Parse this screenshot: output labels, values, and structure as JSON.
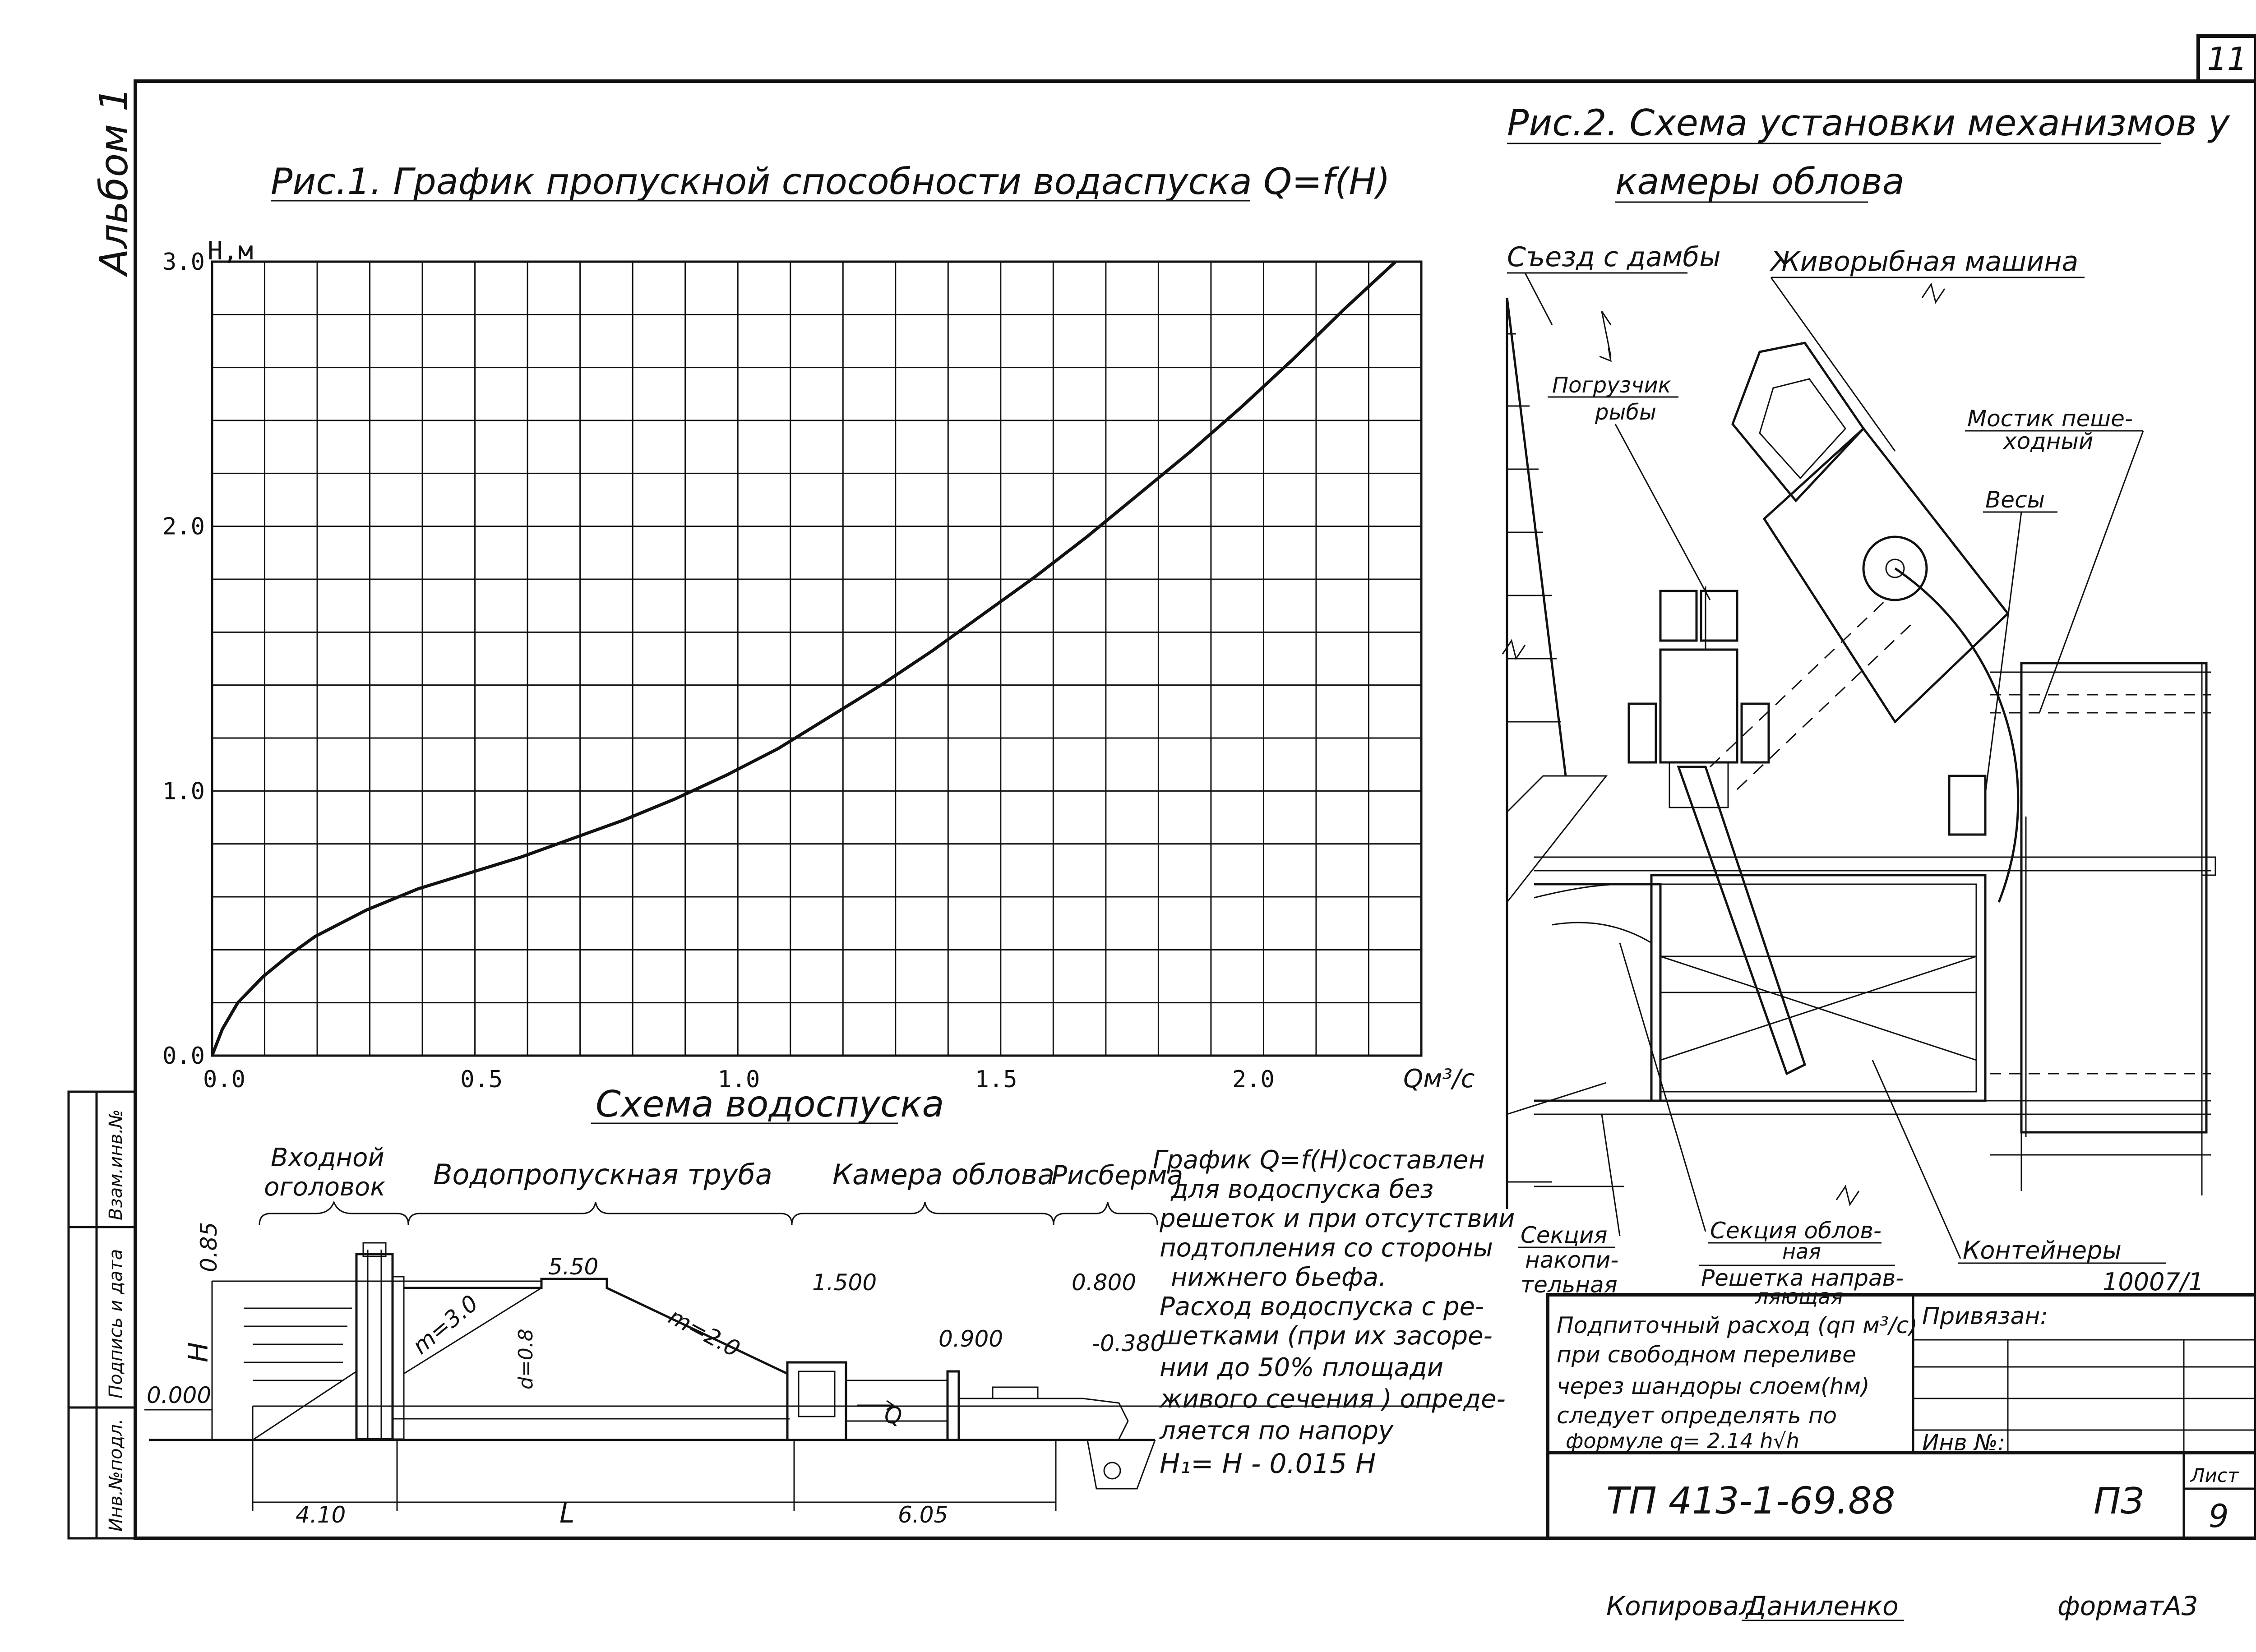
{
  "sheet_number": "11",
  "album_label": "Альбом 1",
  "side_stamp": {
    "inv_orig": "Инв.№подл.",
    "sign_date": "Подпись и дата",
    "inv_repl": "Взам.инв.№"
  },
  "fig1": {
    "title": "Рис.1. График пропускной способности водаспуска Q=f(H)"
  },
  "chart_data": {
    "type": "line",
    "title": "Рис.1. График пропускной способности водаспуска Q=f(H)",
    "xlabel": "Qм³/c",
    "ylabel": "Н,м",
    "xlim": [
      0,
      2.35
    ],
    "ylim": [
      0,
      3.0
    ],
    "x_ticks": [
      "0.0",
      "0.5",
      "1.0",
      "1.5",
      "2.0"
    ],
    "x_tick_values": [
      0,
      0.5,
      1.0,
      1.5,
      2.0
    ],
    "y_ticks": [
      "0.0",
      "1.0",
      "2.0",
      "3.0"
    ],
    "y_tick_values": [
      0,
      1.0,
      2.0,
      3.0
    ],
    "grid": true,
    "series": [
      {
        "x": [
          0,
          0.02,
          0.05,
          0.1,
          0.15,
          0.2,
          0.3,
          0.4,
          0.5,
          0.6,
          0.7,
          0.8,
          0.9,
          1.0,
          1.1,
          1.2,
          1.3,
          1.4,
          1.5,
          1.6,
          1.7,
          1.8,
          1.9,
          2.0,
          2.1,
          2.2,
          2.3
        ],
        "y": [
          0,
          0.1,
          0.2,
          0.3,
          0.38,
          0.45,
          0.55,
          0.63,
          0.69,
          0.75,
          0.82,
          0.89,
          0.97,
          1.06,
          1.16,
          1.28,
          1.4,
          1.53,
          1.67,
          1.81,
          1.96,
          2.12,
          2.28,
          2.45,
          2.63,
          2.82,
          3.0
        ]
      }
    ]
  },
  "fig2": {
    "title_line1": "Рис.2. Схема установки механизмов у",
    "title_line2": "камеры облова",
    "labels": {
      "exit_dam": "Съезд с дамбы",
      "fish_machine": "Живорыбная машина",
      "loader_1": "Погрузчик",
      "loader_2": "рыбы",
      "bridge_1": "Мостик пеше-",
      "bridge_2": "ходный",
      "scales": "Весы",
      "containers": "Контейнеры",
      "containers_code": "10007/1",
      "sec_acc_1": "Секция",
      "sec_acc_2": "накопи-",
      "sec_acc_3": "тельная",
      "sec_catch_1": "Секция облов-",
      "sec_catch_2": "ная",
      "grate_1": "Решетка направ-",
      "grate_2": "ляющая"
    }
  },
  "scheme": {
    "title": "Схема водоспуска",
    "inlet_1": "Входной",
    "inlet_2": "оголовок",
    "pipe": "Водопропускная труба",
    "chamber": "Камера облова",
    "riprap": "Рисберма",
    "dims": {
      "d085": "0.85",
      "h": "H",
      "zero": "0.000",
      "top": "5.50",
      "m3": "m=3.0",
      "m2": "m=2.0",
      "d08": "d=0.8",
      "l1500": "1.500",
      "l0900": "0.900",
      "l0800": "0.800",
      "l0380": "-0.380",
      "q": "Q",
      "l410": "4.10",
      "L": "L",
      "l605": "6.05"
    }
  },
  "notes": [
    "График Q=f(H)составлен",
    "для водоспуска без",
    "решеток и при отсутствии",
    "подтопления со стороны",
    "нижнего бьефа.",
    "Расход водоспуска с ре-",
    "шетками (при их засоре-",
    "нии до 50% площади",
    "живого сечения ) опреде-",
    "ляется по напору",
    "H₁= H - 0.015 H"
  ],
  "notes2": [
    "Подпиточный расход (qп м³/с)",
    "при свободном переливе",
    "через шандоры слоем(hм)",
    "следует определять по",
    "формуле  q= 2.14 h√h"
  ],
  "stamp": {
    "bound": "Привязан:",
    "inv": "Инв №:",
    "code": "ТП 413-1-69.88",
    "section": "ПЗ",
    "sheet_label": "Лист",
    "sheet_value": "9"
  },
  "footer": {
    "copied": "Копировал.",
    "copier": "Даниленко",
    "format": "форматА3"
  }
}
